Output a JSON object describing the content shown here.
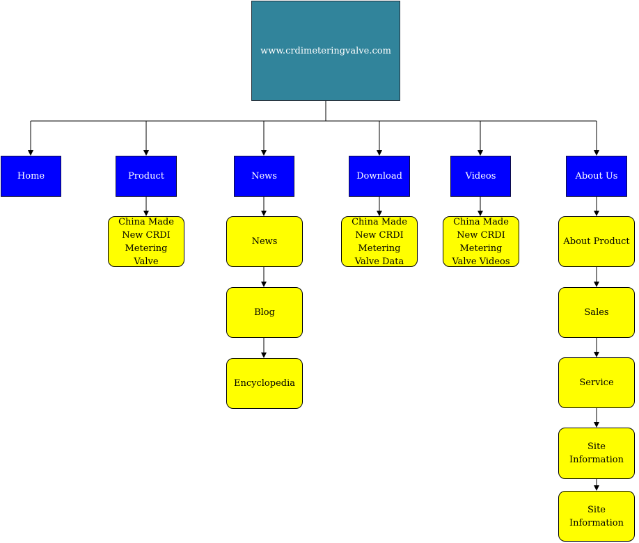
{
  "root": {
    "label": "www.crdimeteringvalve.com"
  },
  "nodes": {
    "home": {
      "label": "Home"
    },
    "product": {
      "label": "Product"
    },
    "news": {
      "label": "News"
    },
    "download": {
      "label": "Download"
    },
    "videos": {
      "label": "Videos"
    },
    "about": {
      "label": "About Us"
    }
  },
  "children": {
    "product_1": {
      "label": "China Made\nNew CRDI\nMetering\nValve"
    },
    "news_1": {
      "label": "News"
    },
    "news_2": {
      "label": "Blog"
    },
    "news_3": {
      "label": "Encyclopedia"
    },
    "download_1": {
      "label": "China Made\nNew CRDI\nMetering\nValve Data"
    },
    "videos_1": {
      "label": "China Made\nNew CRDI\nMetering\nValve Videos"
    },
    "about_1": {
      "label": "About Product"
    },
    "about_2": {
      "label": "Sales"
    },
    "about_3": {
      "label": "Service"
    },
    "about_4": {
      "label": "Site\nInformation"
    },
    "about_5": {
      "label": "Site\nInformation"
    }
  },
  "colors": {
    "root_fill": "#31849b",
    "top_fill": "#0000ff",
    "child_fill": "#ffff00",
    "line": "#000000"
  }
}
